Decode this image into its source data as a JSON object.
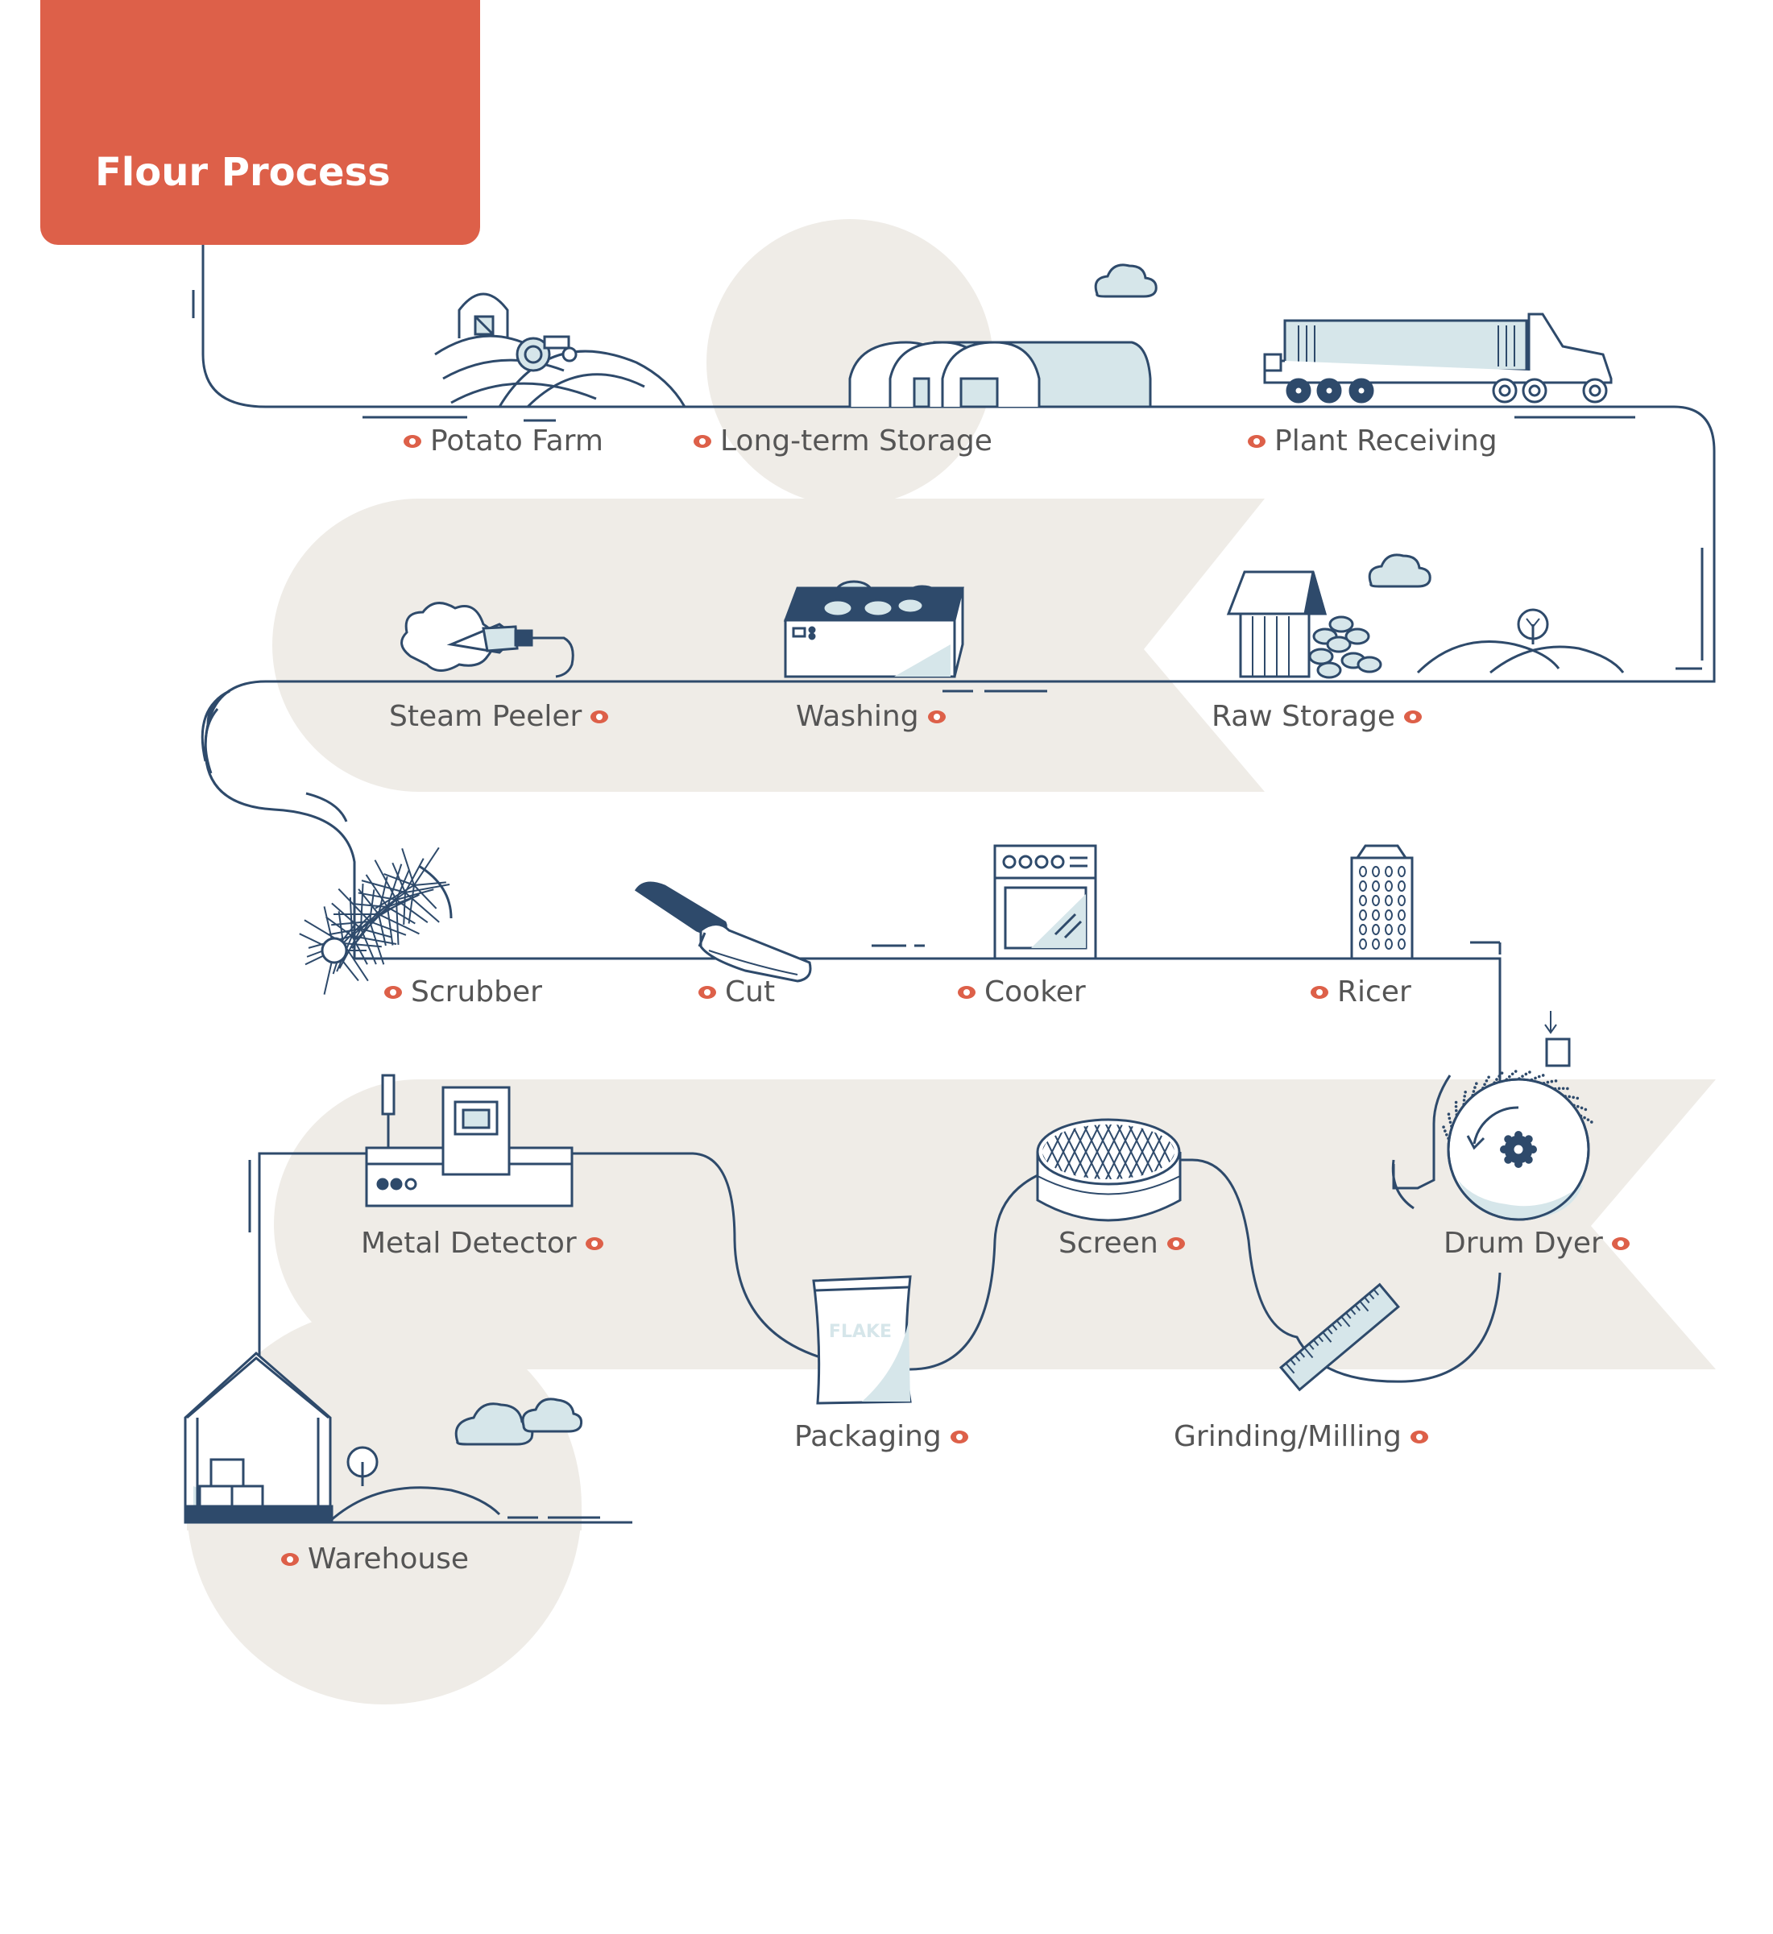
{
  "title": "Flour Process",
  "colors": {
    "accent": "#dd6049",
    "line": "#2e4a6b",
    "fill": "#d6e6ea",
    "band": "#efece7",
    "label": "#555555"
  },
  "steps": [
    {
      "id": "potato-farm",
      "label": "Potato Farm"
    },
    {
      "id": "long-term-storage",
      "label": "Long-term Storage"
    },
    {
      "id": "plant-receiving",
      "label": "Plant Receiving"
    },
    {
      "id": "raw-storage",
      "label": "Raw Storage"
    },
    {
      "id": "washing",
      "label": "Washing"
    },
    {
      "id": "steam-peeler",
      "label": "Steam Peeler"
    },
    {
      "id": "scrubber",
      "label": "Scrubber"
    },
    {
      "id": "cut",
      "label": "Cut"
    },
    {
      "id": "cooker",
      "label": "Cooker"
    },
    {
      "id": "ricer",
      "label": "Ricer"
    },
    {
      "id": "drum-dyer",
      "label": "Drum Dyer"
    },
    {
      "id": "grinding-milling",
      "label": "Grinding/Milling"
    },
    {
      "id": "screen",
      "label": "Screen"
    },
    {
      "id": "packaging",
      "label": "Packaging"
    },
    {
      "id": "metal-detector",
      "label": "Metal Detector"
    },
    {
      "id": "warehouse",
      "label": "Warehouse"
    }
  ],
  "bag_text": "FLAKE"
}
